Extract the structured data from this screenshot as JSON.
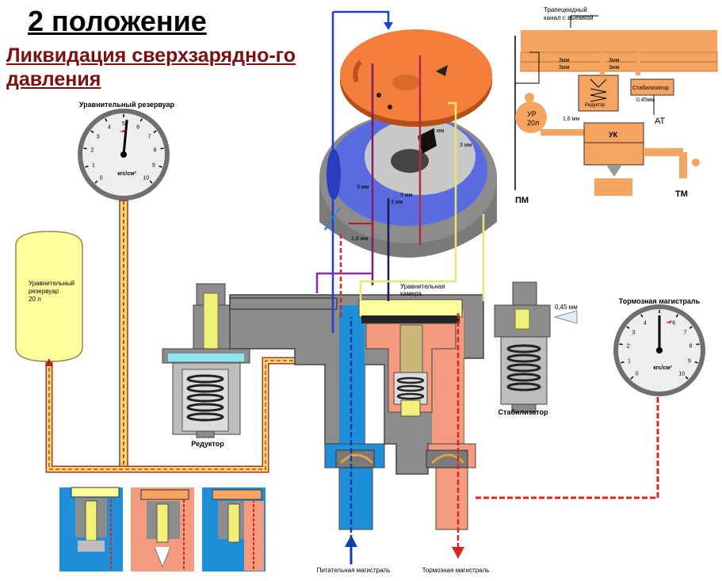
{
  "title": "2 положение",
  "subtitle": "Ликвидация сверхзарядно-го давления",
  "labels": {
    "equalizing_reservoir_top": "Уравнительный резервуар",
    "equalizing_reservoir_tank_line1": "Уравнительный",
    "equalizing_reservoir_tank_line2": "резервуар",
    "equalizing_reservoir_tank_line3": "20 л",
    "reducer": "Редуктор",
    "equalizing_chamber_line1": "Уравнительная",
    "equalizing_chamber_line2": "камера",
    "stabilizer": "Стабилизатор",
    "brake_line_gauge": "Тормозная магистраль",
    "brake_line_bottom": "Тормозная магистраль",
    "supply_line": "Питательная магистраль",
    "orifice_045": "0,45 мм",
    "orifice_16": "1,6 мм",
    "hole_3mm": "3 мм",
    "gauge_unit": "кгс/см²"
  },
  "gauge_ticks": [
    "0",
    "1",
    "2",
    "3",
    "4",
    "5",
    "6",
    "7",
    "8",
    "9",
    "10"
  ],
  "gauges": {
    "left_reading": 5.2,
    "right_reading": 5.0
  },
  "schematic": {
    "trapezoid_line1": "Трапецеидный",
    "trapezoid_line2": "канал с выемкой",
    "hole_3mm_a": "3мм",
    "hole_3mm_b": "3мм",
    "hole_3mm_c": "3мм",
    "hole_3mm_d": "3мм",
    "reducer": "Редуктор",
    "stabilizer": "Стабилизатор",
    "ur_line1": "УР",
    "ur_line2": "20л",
    "orifice_16": "1,6 мм",
    "orifice_045": "0,45мм",
    "uk": "УК",
    "at": "АТ",
    "pm": "ПМ",
    "tm": "ТМ"
  },
  "colors": {
    "supply_blue": "#1e8fd8",
    "brake_red": "#d6281e",
    "brake_pink": "#f49a7e",
    "equalizing_yellow": "#ffff9e",
    "stabilizer_yellow": "#f0f07a",
    "body_gray": "#8c8c8c",
    "disc_orange": "#f47f3c",
    "schematic_orange": "#f6a560",
    "title_dark_red": "#7a1010"
  }
}
